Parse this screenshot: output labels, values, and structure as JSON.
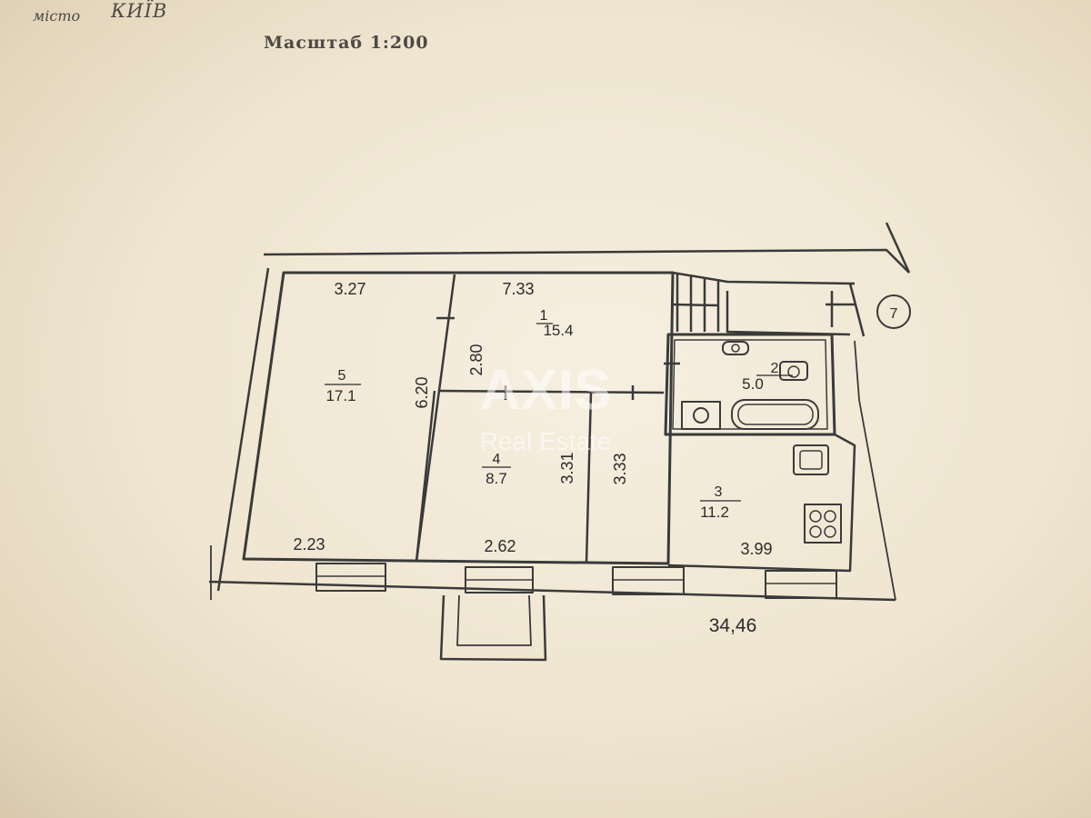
{
  "header": {
    "city_label": "місто",
    "city": "КИЇВ",
    "scale": "Масштаб 1:200"
  },
  "rooms": [
    {
      "number": "1",
      "area": "15.4"
    },
    {
      "number": "2",
      "area": "5.0"
    },
    {
      "number": "3",
      "area": "11.2"
    },
    {
      "number": "4",
      "area": "8.7"
    },
    {
      "number": "5",
      "area": "17.1"
    }
  ],
  "dimensions": {
    "room5_top": "3.27",
    "room5_side": "6.20",
    "room5_bottom": "2.23",
    "room1_top": "7.33",
    "room1_side": "2.80",
    "room4_side": "3.31",
    "room4_bottom": "2.62",
    "room3_side": "3.33",
    "room3_bottom": "3.99"
  },
  "total_area": "34,46",
  "marker": "7",
  "watermark": {
    "brand": "AXIS",
    "sub": "Real Estate"
  },
  "colors": {
    "paper": "#efe5d0",
    "line": "#3a3a3a"
  }
}
